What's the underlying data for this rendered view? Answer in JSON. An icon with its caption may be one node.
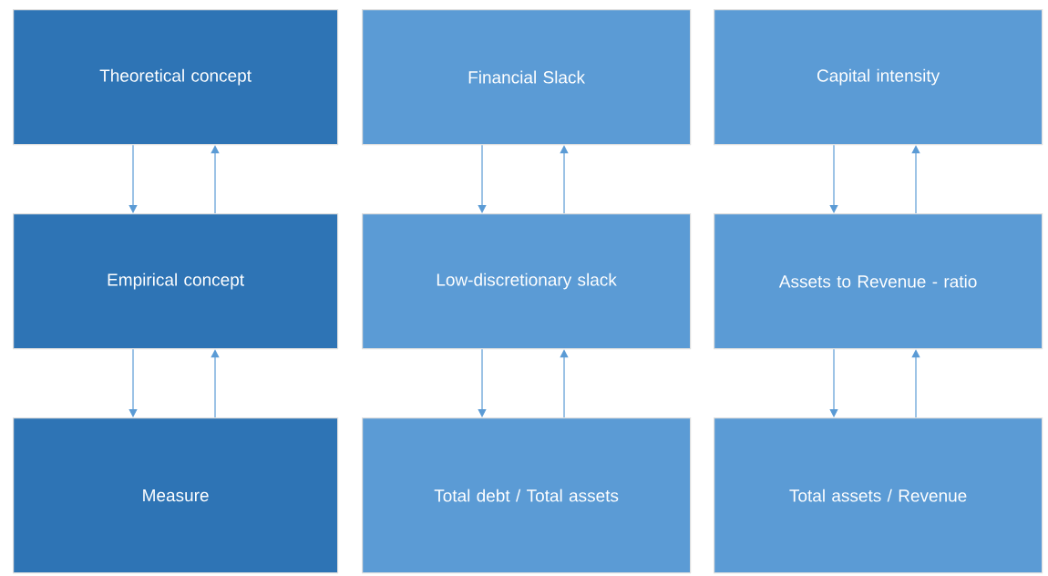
{
  "diagram": {
    "nodes": [
      {
        "text": [
          "Theoretical concept"
        ]
      },
      {
        "text": [
          "Financial Slack"
        ]
      },
      {
        "text": [
          "Capital intensity"
        ]
      },
      {
        "text": [
          "Empirical concept"
        ]
      },
      {
        "text": [
          "Low-discretionary slack"
        ]
      },
      {
        "text": [
          "Assets to Revenue - ratio"
        ]
      },
      {
        "text": [
          "Measure"
        ]
      },
      {
        "text": [
          "Total debt / Total assets"
        ]
      },
      {
        "text": [
          "Total assets / Revenue"
        ]
      }
    ],
    "edges": [
      {
        "from": 0,
        "to": 3,
        "arrow": "to"
      },
      {
        "from": 3,
        "to": 0,
        "arrow": "to"
      },
      {
        "from": 1,
        "to": 4,
        "arrow": "to"
      },
      {
        "from": 4,
        "to": 1,
        "arrow": "to"
      },
      {
        "from": 2,
        "to": 5,
        "arrow": "to"
      },
      {
        "from": 5,
        "to": 2,
        "arrow": "to"
      },
      {
        "from": 3,
        "to": 6,
        "arrow": "to"
      },
      {
        "from": 6,
        "to": 3,
        "arrow": "to"
      },
      {
        "from": 4,
        "to": 7,
        "arrow": "to"
      },
      {
        "from": 7,
        "to": 4,
        "arrow": "to"
      },
      {
        "from": 5,
        "to": 8,
        "arrow": "to"
      },
      {
        "from": 8,
        "to": 5,
        "arrow": "to"
      }
    ]
  }
}
